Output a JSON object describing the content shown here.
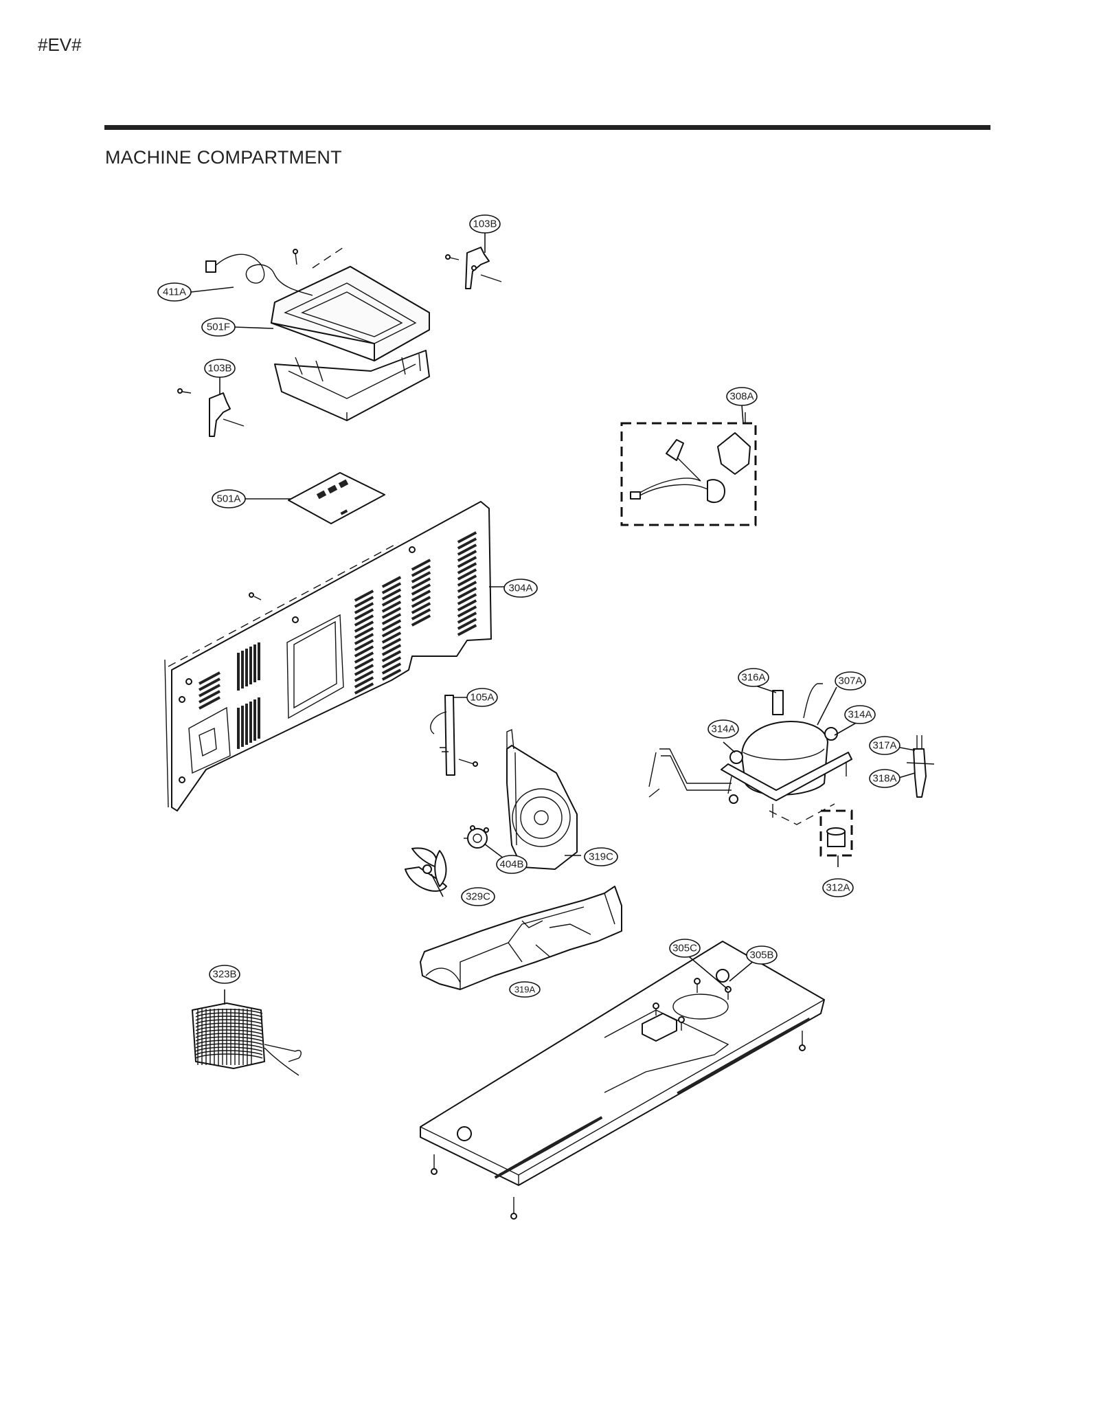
{
  "page": {
    "corner_code": "#EV#",
    "section_title": "MACHINE COMPARTMENT"
  },
  "callouts": [
    {
      "id": "103B-top",
      "label": "103B"
    },
    {
      "id": "411A",
      "label": "411A"
    },
    {
      "id": "501F",
      "label": "501F"
    },
    {
      "id": "103B-left",
      "label": "103B"
    },
    {
      "id": "308A",
      "label": "308A"
    },
    {
      "id": "501A",
      "label": "501A"
    },
    {
      "id": "304A",
      "label": "304A"
    },
    {
      "id": "105A",
      "label": "105A"
    },
    {
      "id": "316A",
      "label": "316A"
    },
    {
      "id": "307A",
      "label": "307A"
    },
    {
      "id": "314A-right",
      "label": "314A"
    },
    {
      "id": "314A-left",
      "label": "314A"
    },
    {
      "id": "317A",
      "label": "317A"
    },
    {
      "id": "318A",
      "label": "318A"
    },
    {
      "id": "404B",
      "label": "404B"
    },
    {
      "id": "319C",
      "label": "319C"
    },
    {
      "id": "329C",
      "label": "329C"
    },
    {
      "id": "312A",
      "label": "312A"
    },
    {
      "id": "305C",
      "label": "305C"
    },
    {
      "id": "305B",
      "label": "305B"
    },
    {
      "id": "319A",
      "label": "319A"
    },
    {
      "id": "323B",
      "label": "323B"
    }
  ]
}
